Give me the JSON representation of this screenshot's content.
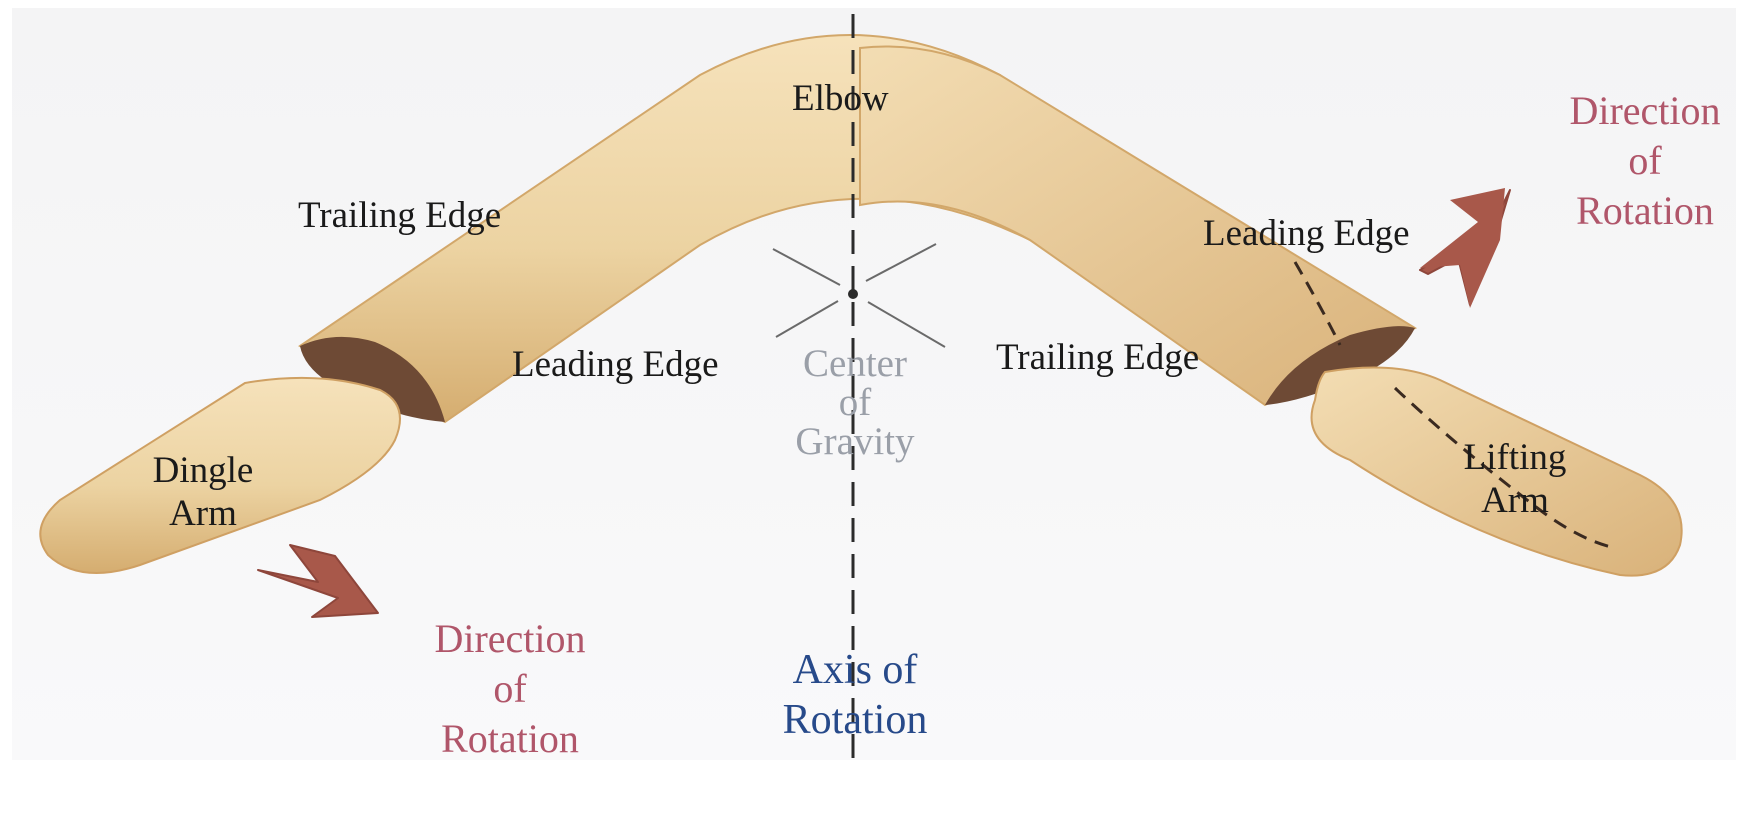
{
  "diagram": {
    "labels": {
      "elbow": "Elbow",
      "trailing_edge_left": "Trailing Edge",
      "leading_edge_right": "Leading Edge",
      "leading_edge_center": "Leading Edge",
      "trailing_edge_center": "Trailing Edge",
      "center_of_gravity": [
        "Center",
        "of",
        "Gravity"
      ],
      "dingle_arm": [
        "Dingle",
        "Arm"
      ],
      "lifting_arm": [
        "Lifting",
        "Arm"
      ],
      "direction_of_rotation_left": [
        "Direction",
        "of",
        "Rotation"
      ],
      "direction_of_rotation_right": [
        "Direction",
        "of",
        "Rotation"
      ],
      "axis_of_rotation": [
        "Axis of",
        "Rotation"
      ]
    },
    "colors": {
      "wood": "#ead0a0",
      "wood_shade": "#c89a5a",
      "end_grain": "#6e4a35",
      "arrow": "#a8584a",
      "rotation_text": "#b0566a",
      "axis_text": "#274a8a",
      "center_text": "#9a9fa8"
    }
  }
}
